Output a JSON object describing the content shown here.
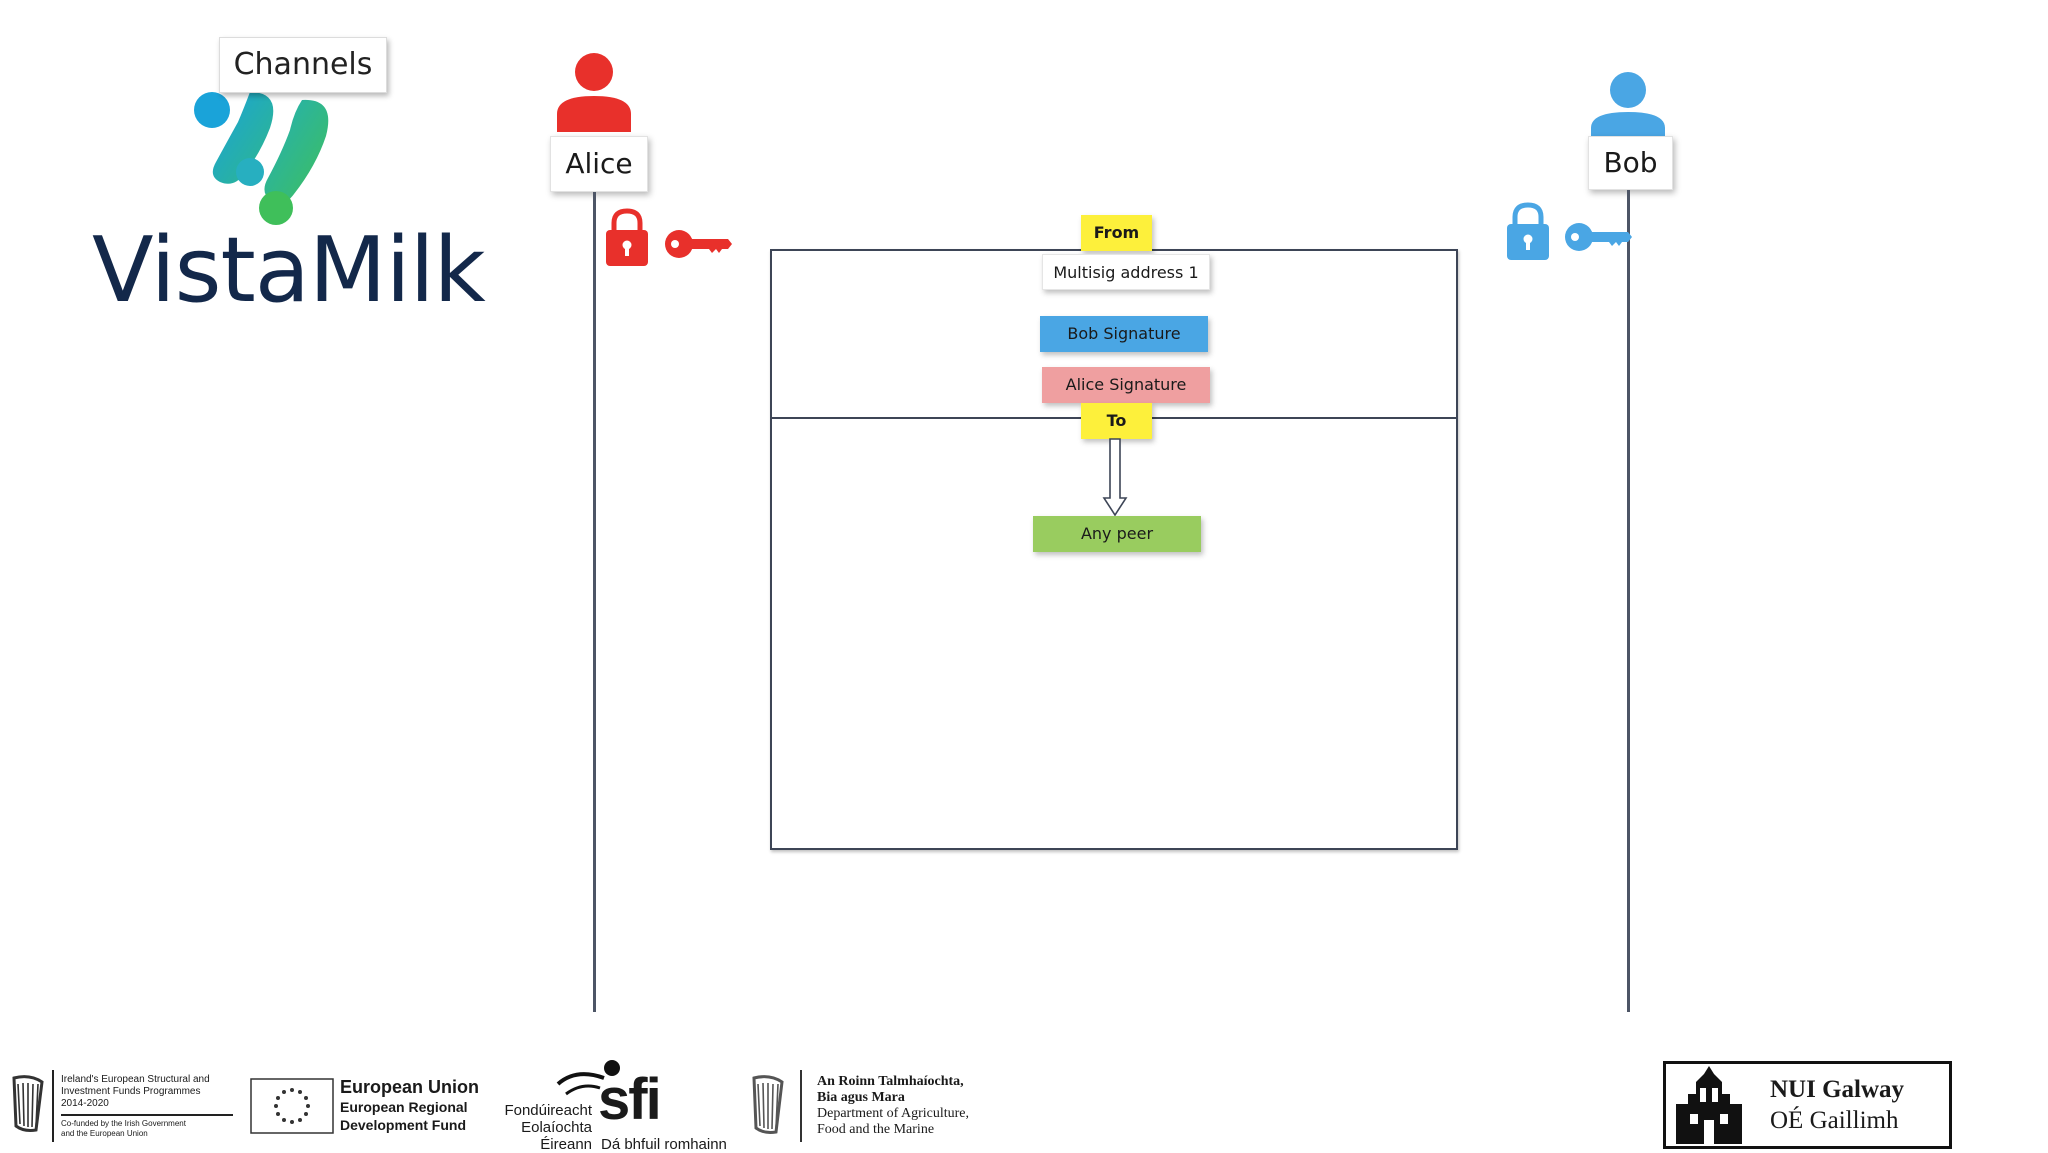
{
  "header": {
    "title": "Channels"
  },
  "logo": {
    "name": "VistaMilk"
  },
  "actors": {
    "alice": {
      "name": "Alice",
      "color": "#e8302b"
    },
    "bob": {
      "name": "Bob",
      "color": "#4aa6e4"
    }
  },
  "message": {
    "from_label": "From",
    "from_address": "Multisig address 1",
    "signatures": [
      "Bob Signature",
      "Alice Signature"
    ],
    "to_label": "To",
    "to_value": "Any peer"
  },
  "footer": {
    "esif": {
      "line1": "Ireland's European Structural and",
      "line2": "Investment Funds Programmes",
      "line3": "2014-2020",
      "line4": "Co-funded by the Irish Government",
      "line5": "and the European Union"
    },
    "eu": {
      "title": "European Union",
      "line1": "European Regional",
      "line2": "Development Fund"
    },
    "sfi": {
      "mark": "sfi",
      "line1": "Fondúireacht",
      "line2": "Eolaíochta",
      "line3": "Éireann",
      "tagline": "Dá bhfuil romhainn"
    },
    "dafm": {
      "line1": "An Roinn Talmhaíochta,",
      "line2": "Bia agus Mara",
      "line3": "Department of Agriculture,",
      "line4": "Food and the Marine"
    },
    "nuig": {
      "line1": "NUI Galway",
      "line2": "OÉ Gaillimh"
    }
  }
}
